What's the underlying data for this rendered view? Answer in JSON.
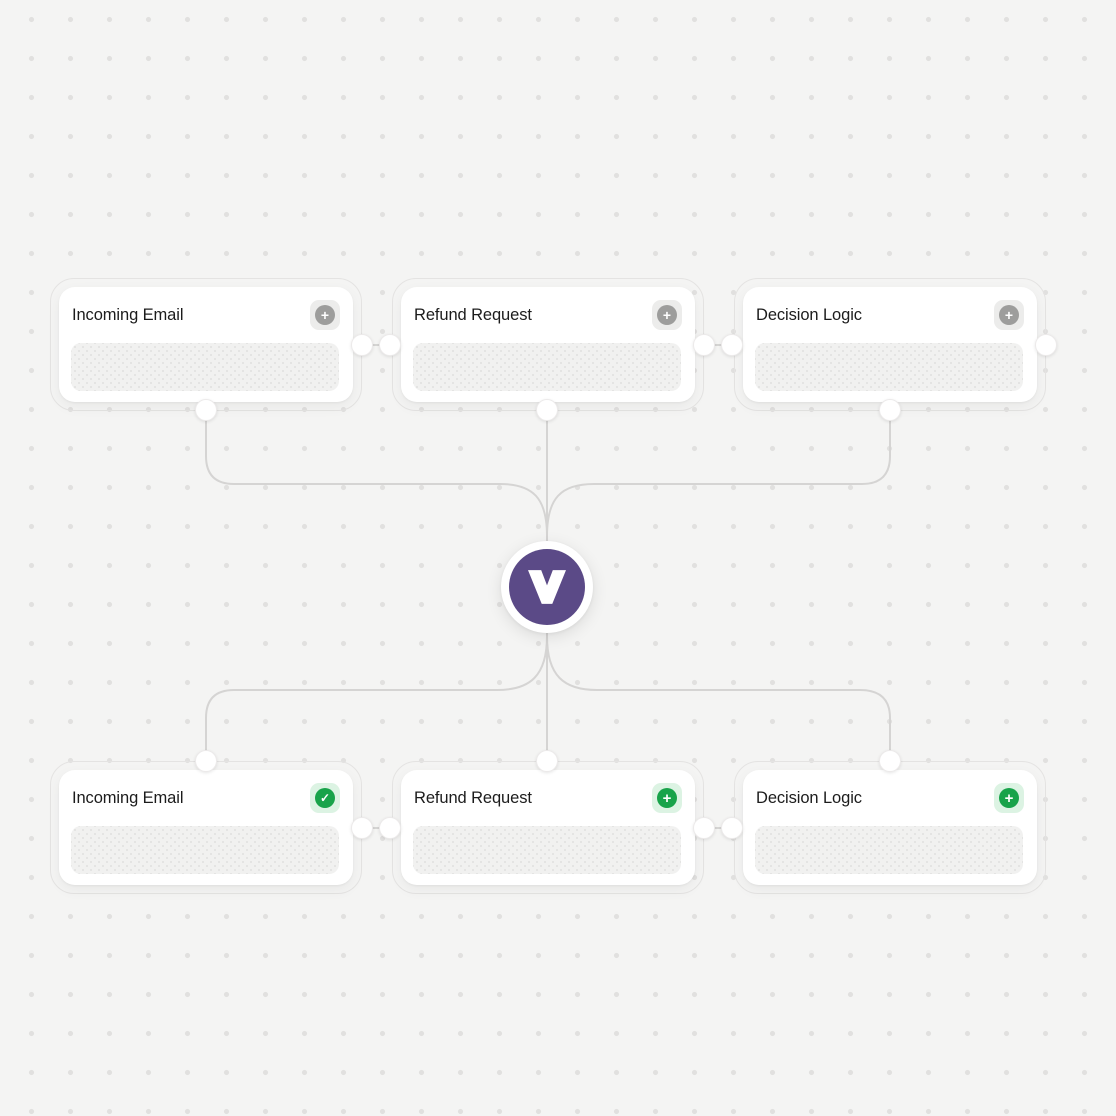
{
  "colors": {
    "canvas_background": "#f4f4f3",
    "grid_dot": "#e1e0df",
    "card_border": "#e4e3e2",
    "card_background": "#ffffff",
    "connector_line": "#d5d4d3",
    "placeholder_background": "#f1f1f0",
    "gray_chip_background": "#ececeb",
    "gray_chip_circle": "#9d9d9c",
    "green_chip_background": "#dcf3e3",
    "green_chip_circle": "#18a34a",
    "brand_purple": "#5b4a87",
    "title_text": "#1c1c1c"
  },
  "icons": {
    "plus": "+",
    "check": "✓"
  },
  "brand_node": {
    "logo_icon": "v-logo"
  },
  "cards": {
    "top": [
      {
        "title": "Incoming Email",
        "action_icon": "plus"
      },
      {
        "title": "Refund Request",
        "action_icon": "plus"
      },
      {
        "title": "Decision Logic",
        "action_icon": "plus"
      }
    ],
    "bottom": [
      {
        "title": "Incoming Email",
        "action_icon": "check"
      },
      {
        "title": "Refund Request",
        "action_icon": "plus"
      },
      {
        "title": "Decision Logic",
        "action_icon": "plus"
      }
    ]
  }
}
